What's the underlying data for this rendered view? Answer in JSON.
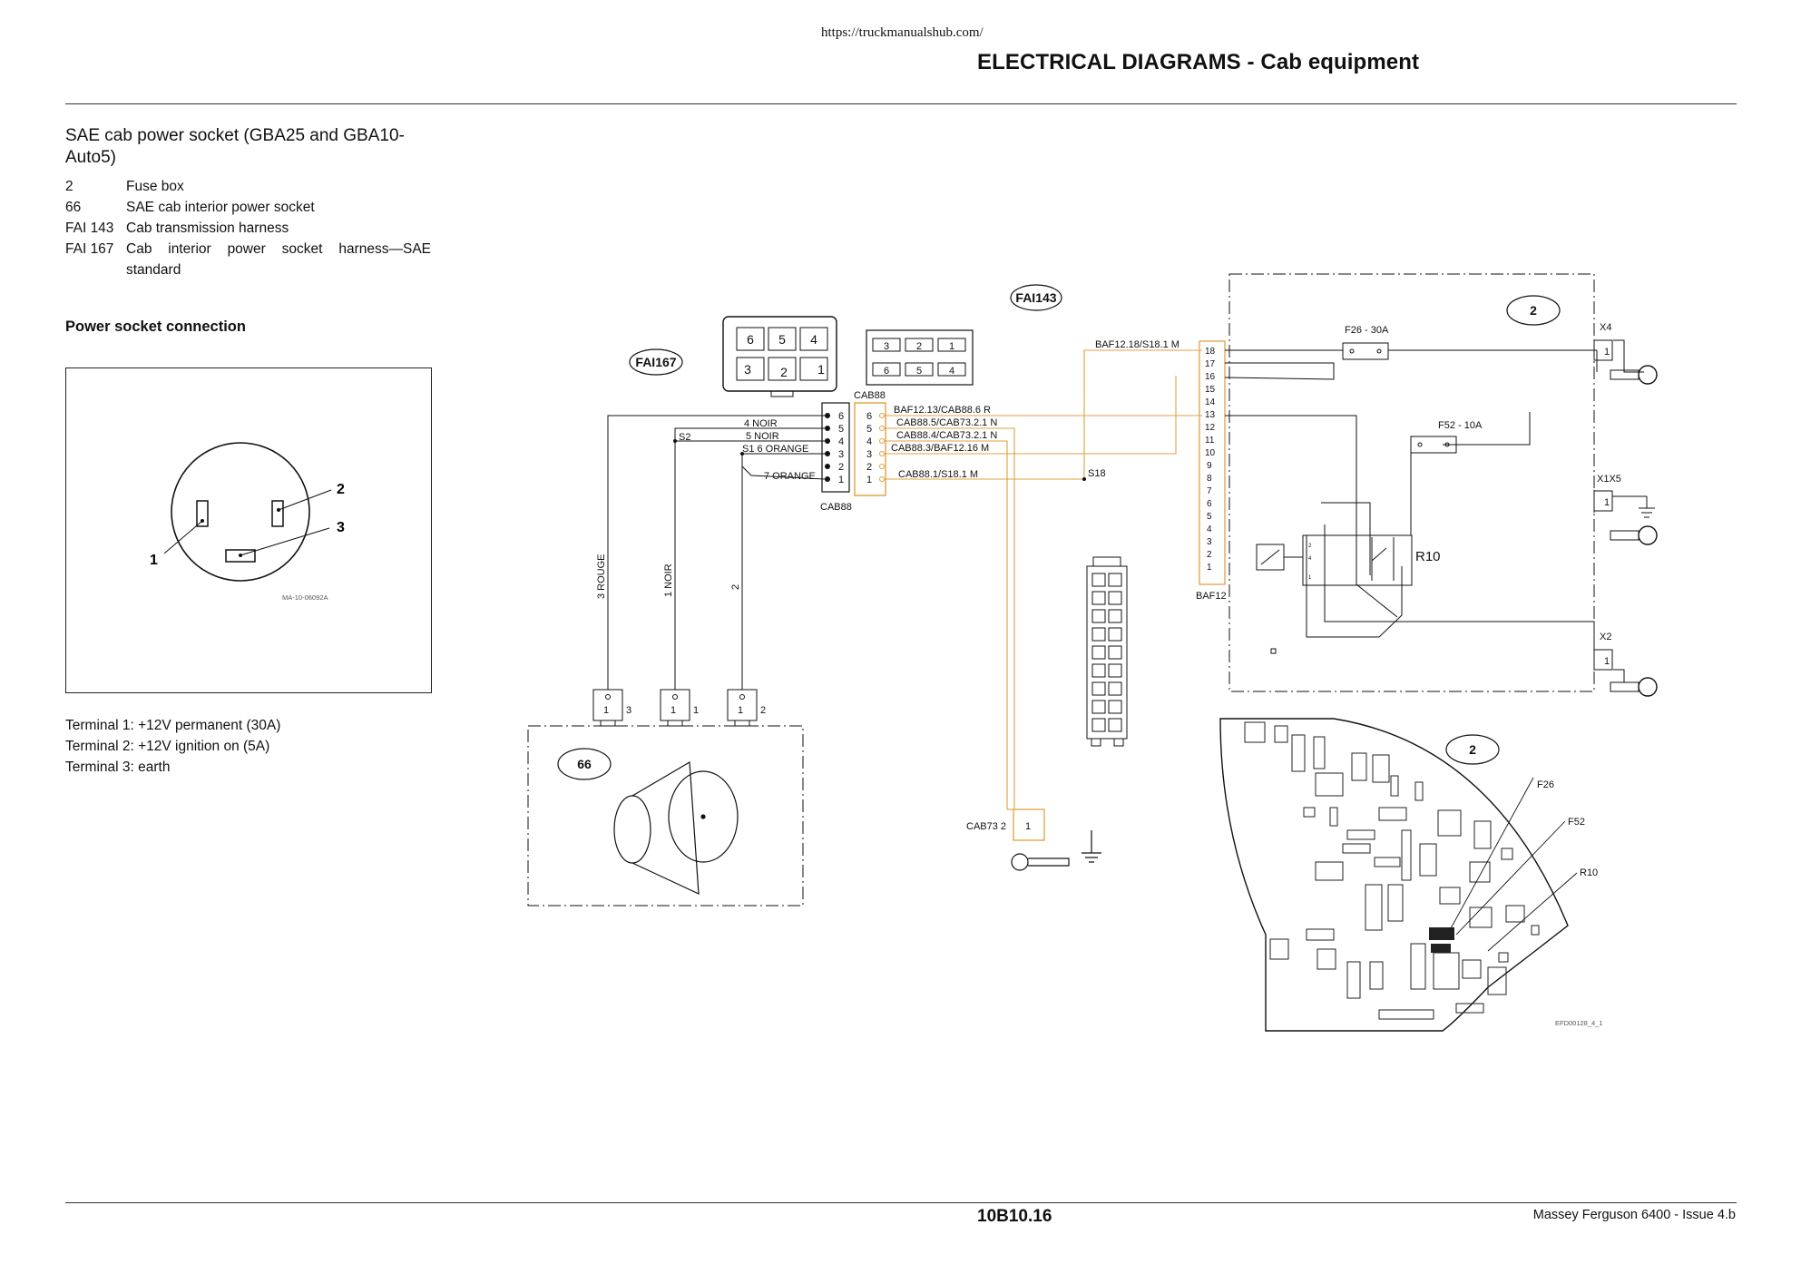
{
  "header": {
    "url": "https://truckmanualshub.com/",
    "section_title": "ELECTRICAL DIAGRAMS - Cab equipment"
  },
  "page": {
    "title": "SAE cab power socket (GBA25 and GBA10-Auto5)",
    "legend": [
      {
        "code": "2",
        "desc": "Fuse box"
      },
      {
        "code": "66",
        "desc": "SAE cab interior power socket"
      },
      {
        "code": "FAI 143",
        "desc": "Cab transmission harness"
      },
      {
        "code": "FAI 167",
        "desc": "Cab interior power socket harness—SAE standard"
      }
    ],
    "subheading": "Power socket connection",
    "socket_figure": {
      "pin1": "1",
      "pin2": "2",
      "pin3": "3",
      "ref": "MA-10-06092A"
    },
    "terminals": [
      "Terminal 1: +12V permanent (30A)",
      "Terminal 2: +12V ignition on (5A)",
      "Terminal 3: earth"
    ]
  },
  "diagram": {
    "harness_fai167": "FAI167",
    "harness_fai143": "FAI143",
    "fusebox_label": "2",
    "socket_label": "66",
    "connector_cab88_top": "CAB88",
    "connector_cab88_bottom": "CAB88",
    "connector_baf12": "BAF12",
    "connector_cab73": "CAB73 2",
    "cab73_pin": "1",
    "splice_s18": "S18",
    "splice_s2": "S2",
    "fuse_f26": "F26 - 30A",
    "fuse_f52": "F52 - 10A",
    "relay_r10": "R10",
    "out_x4": "X4",
    "out_x1x5": "X1X5",
    "out_x2": "X2",
    "plug_top_row": [
      "6",
      "5",
      "4"
    ],
    "plug_bottom_row": [
      "3",
      "2",
      "1"
    ],
    "plug2_top_row": [
      "3",
      "2",
      "1"
    ],
    "plug2_bottom_row": [
      "6",
      "5",
      "4"
    ],
    "wires_left": [
      "4 NOIR",
      "5 NOIR",
      "S1 6 ORANGE",
      "7 ORANGE"
    ],
    "wires_right": [
      "BAF12.13/CAB88.6 R",
      "CAB88.5/CAB73.2.1 N",
      "CAB88.4/CAB73.2.1 N",
      "CAB88.3/BAF12.16 M",
      "CAB88.1/S18.1 M"
    ],
    "wire_baf_top": "BAF12.18/S18.1 M",
    "vertical_wires": [
      "3 ROUGE",
      "1 NOIR",
      "2"
    ],
    "socket_pin_labels": [
      "1",
      "3",
      "1",
      "1",
      "1",
      "2"
    ],
    "cab88_left_pins": [
      "6",
      "5",
      "4",
      "3",
      "2",
      "1"
    ],
    "cab88_right_pins": [
      "6",
      "5",
      "4",
      "3",
      "2",
      "1"
    ],
    "baf12_pins": [
      "18",
      "17",
      "16",
      "15",
      "14",
      "13",
      "12",
      "11",
      "10",
      "9",
      "8",
      "7",
      "6",
      "5",
      "4",
      "3",
      "2",
      "1"
    ],
    "relay_pins": [
      "2",
      "4",
      "1"
    ],
    "pcb_label": "2",
    "pcb_callouts": [
      "F26",
      "F52",
      "R10"
    ],
    "pcb_ref": "EFD00128_4_1",
    "x_pin": "1"
  },
  "footer": {
    "page_code": "10B10.16",
    "publication": "Massey Ferguson 6400 - Issue 4.b"
  }
}
